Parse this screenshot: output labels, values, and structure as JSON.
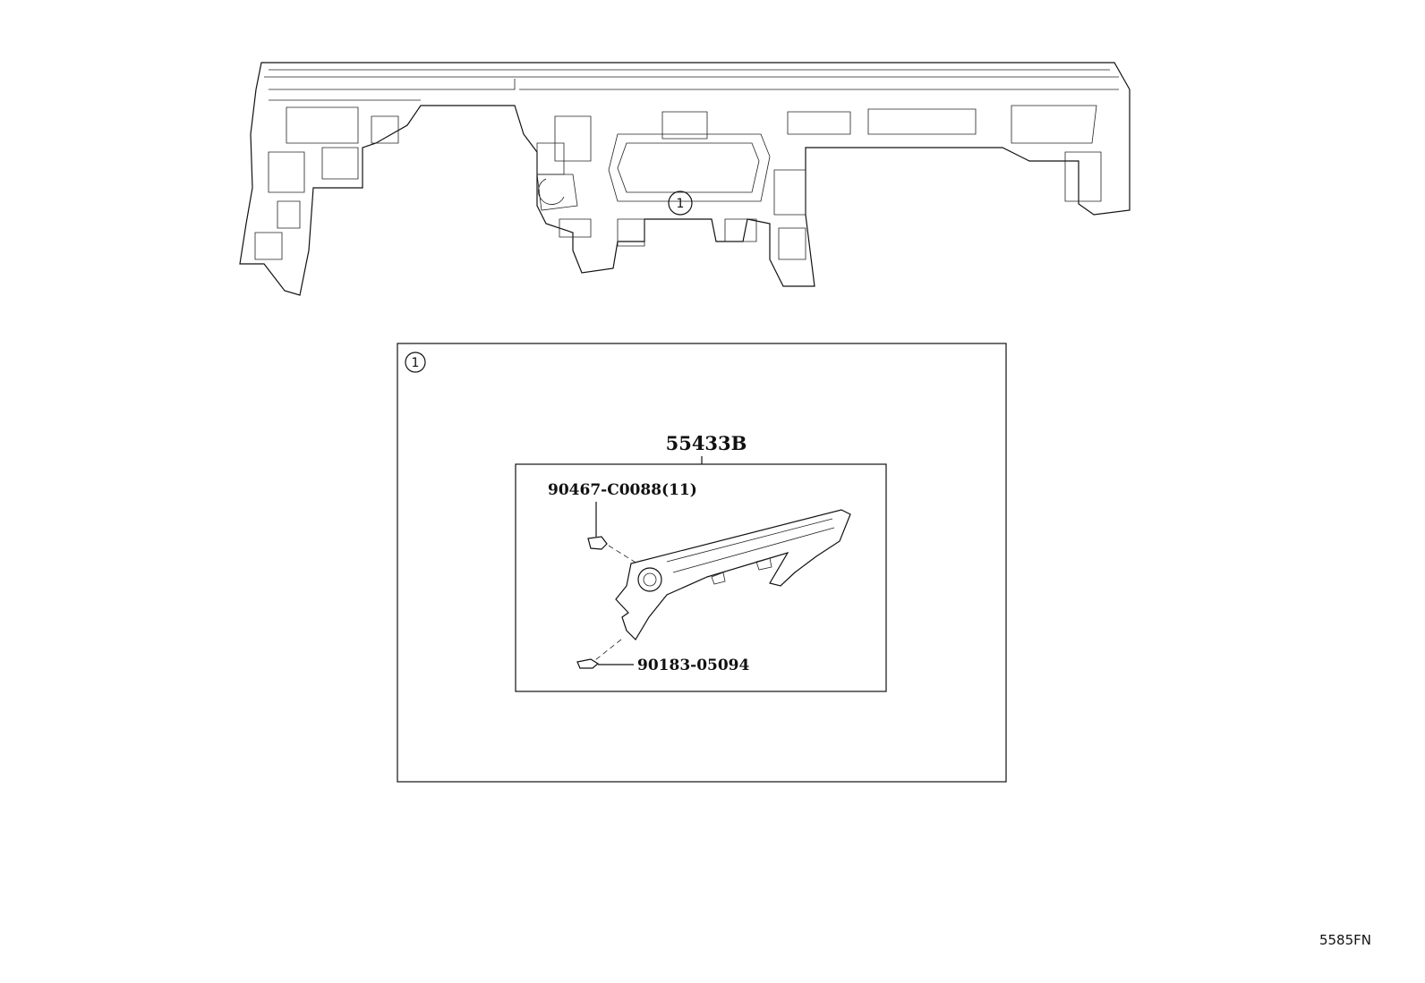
{
  "diagram": {
    "reference_marker": "1",
    "detail_marker": "1",
    "assembly_part_number": "55433B",
    "parts": [
      {
        "part_number": "90467-C0088(11)"
      },
      {
        "part_number": "90183-05094"
      }
    ],
    "illustration_code": "5585FN"
  }
}
